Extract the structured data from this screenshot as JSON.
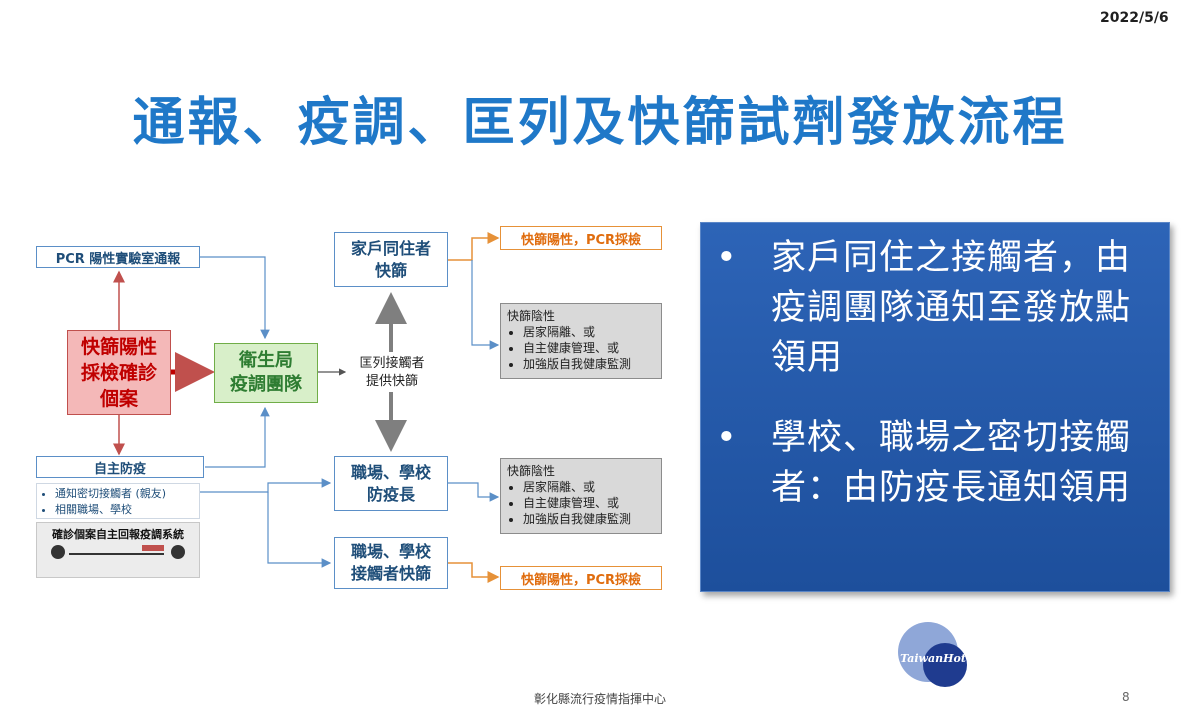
{
  "header": {
    "date": "2022/5/6",
    "title": "通報、疫調、匡列及快篩試劑發放流程"
  },
  "flow": {
    "pcr_report": "PCR 陽性實驗室通報",
    "case": [
      "快篩陽性",
      "採檢確診",
      "個案"
    ],
    "team": [
      "衛生局",
      "疫調團隊"
    ],
    "self_prevention": "自主防疫",
    "notes": [
      "通知密切接觸者 (親友)",
      "相關職場、學校"
    ],
    "system_title": "確診個案自主回報疫調系統",
    "household": [
      "家戶同住者",
      "快篩"
    ],
    "middle": [
      "匡列接觸者",
      "提供快篩"
    ],
    "workplace": [
      "職場、學校",
      "防疫長"
    ],
    "workplace_contacts": [
      "職場、學校",
      "接觸者快篩"
    ],
    "positive_pcr": "快篩陽性，PCR採檢",
    "negative": {
      "title": "快篩陰性",
      "items": [
        "居家隔離、或",
        "自主健康管理、或",
        "加強版自我健康監測"
      ]
    }
  },
  "panel": {
    "items": [
      "家戶同住之接觸者，由疫調團隊通知至發放點領用",
      "學校、職場之密切接觸者：由防疫長通知領用"
    ]
  },
  "footer": {
    "org": "彰化縣流行疫情指揮中心",
    "page": "8"
  },
  "logo": {
    "text": "TaiwanHot"
  },
  "colors": {
    "title": "#1f78c8",
    "panel": "#2d64b7",
    "orange": "#e06d0f"
  }
}
